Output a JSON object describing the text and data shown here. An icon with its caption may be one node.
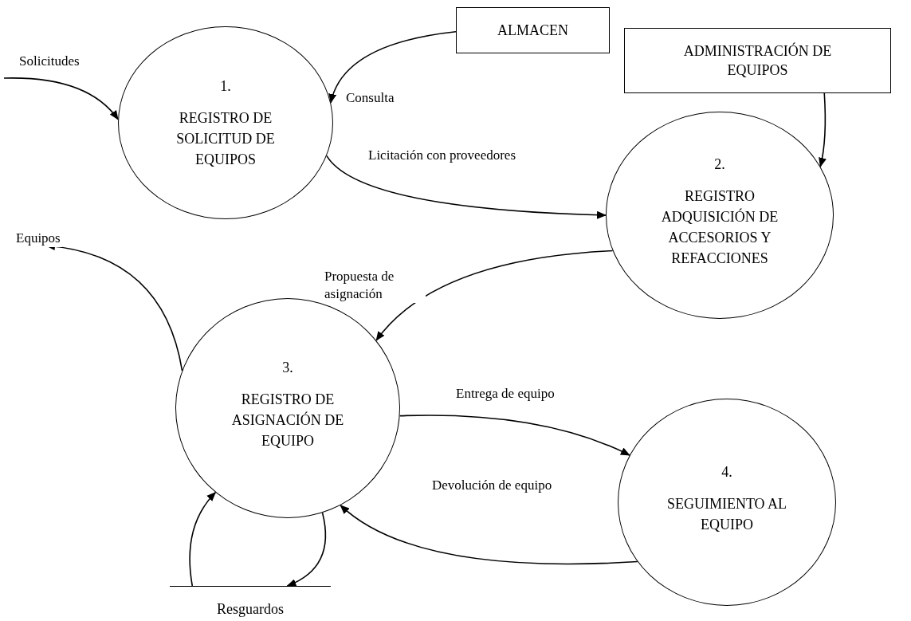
{
  "diagram": {
    "nodes": [
      {
        "text": [
          "ALMACEN"
        ]
      },
      {
        "text": [
          "ADMINISTRACIÓN DE EQUIPOS"
        ]
      },
      {
        "text": [
          "1.",
          "REGISTRO DE SOLICITUD DE EQUIPOS"
        ]
      },
      {
        "text": [
          "2.",
          "REGISTRO ADQUISICIÓN DE ACCESORIOS Y REFACCIONES"
        ]
      },
      {
        "text": [
          "3.",
          "REGISTRO DE ASIGNACIÓN DE EQUIPO"
        ]
      },
      {
        "text": [
          "4.",
          "SEGUIMIENTO AL EQUIPO"
        ]
      },
      {
        "text": [
          "Resguardos"
        ]
      }
    ],
    "edges": [
      {
        "from": null,
        "to": 2,
        "arrow": "to",
        "label": "Solicitudes"
      },
      {
        "from": 0,
        "to": 2,
        "arrow": "to",
        "label": "Consulta"
      },
      {
        "from": 1,
        "to": 3,
        "arrow": "to"
      },
      {
        "from": 2,
        "to": 3,
        "arrow": "to",
        "label": "Licitación con proveedores"
      },
      {
        "from": 3,
        "to": 4,
        "arrow": "to",
        "label": "Propuesta de asignación"
      },
      {
        "from": 4,
        "to": null,
        "arrow": "to",
        "label": "Equipos"
      },
      {
        "from": 4,
        "to": 5,
        "arrow": "to",
        "label": "Entrega de equipo"
      },
      {
        "from": 5,
        "to": 4,
        "arrow": "to",
        "label": "Devolución de equipo"
      },
      {
        "from": 6,
        "to": 4,
        "arrow": "to"
      },
      {
        "from": 4,
        "to": 6,
        "arrow": "to"
      }
    ]
  }
}
